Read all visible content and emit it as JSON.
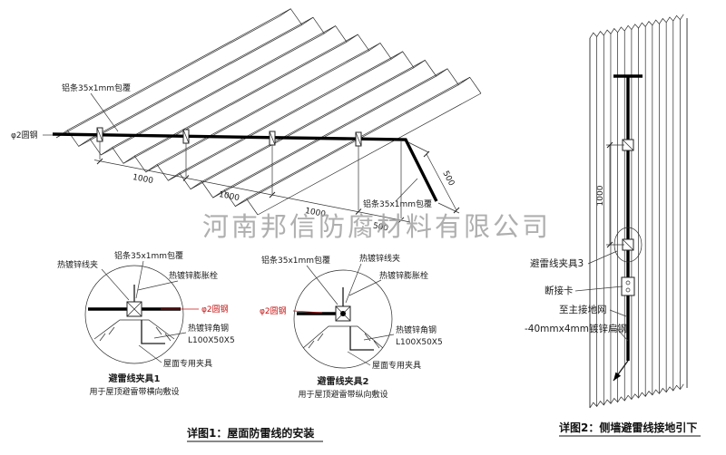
{
  "watermark": "河南邦信防腐材料有限公司",
  "figure1": {
    "caption": "详图1：屋面防雷线的安装",
    "roof_labels": {
      "strip_top": "铝条35x1mm包覆",
      "rod_left": "φ2圆钢",
      "strip_right": "铝条35x1mm包覆"
    },
    "dims": [
      "1000",
      "1000",
      "1000",
      "500"
    ],
    "dim_side": "500",
    "detail1": {
      "title": "避雷线夹具1",
      "subtitle": "用于屋顶避雷带横向敷设",
      "labels": {
        "clip": "热镀锌线夹",
        "strip": "铝条35x1mm包覆",
        "anchor_bolt": "热镀锌膨胀栓",
        "rod": "φ2圆钢",
        "angle_steel": "热镀锌角钢",
        "angle_size": "L100X50X5",
        "roof_clamp": "屋面专用夹具"
      }
    },
    "detail2": {
      "title": "避雷线夹具2",
      "subtitle": "用于屋顶避雷带纵向敷设",
      "labels": {
        "clip": "热镀锌线夹",
        "strip": "铝条35x1mm包覆",
        "anchor_bolt": "热镀锌膨胀栓",
        "rod": "φ2圆钢",
        "angle_steel": "热镀锌角钢",
        "angle_size": "L100X50X5",
        "roof_clamp": "屋面专用夹具"
      }
    }
  },
  "figure2": {
    "caption": "详图2：侧墙避雷线接地引下",
    "dim": "1000",
    "labels": {
      "clamp3": "避雷线夹具3",
      "disconnect": "断接卡",
      "to_ground": "至主接地网",
      "flat_steel": "-40mmx4mm镀锌扁钢"
    }
  }
}
